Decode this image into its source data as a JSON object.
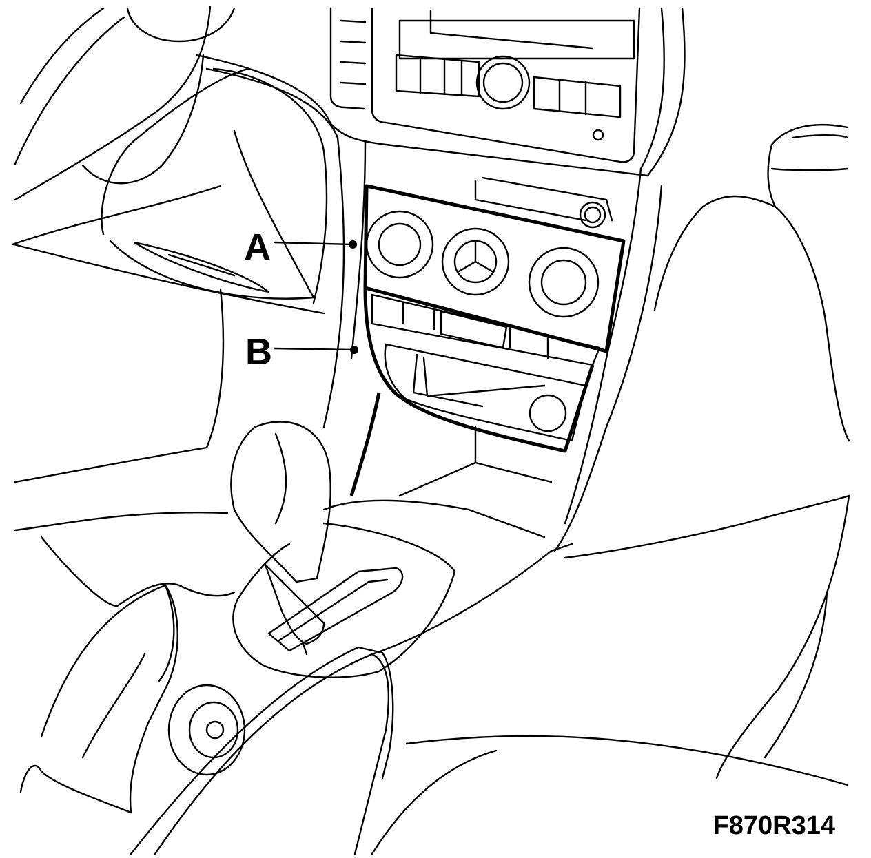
{
  "callouts": [
    {
      "id": "A",
      "label": "A"
    },
    {
      "id": "B",
      "label": "B"
    }
  ],
  "figure_code": "F870R314"
}
